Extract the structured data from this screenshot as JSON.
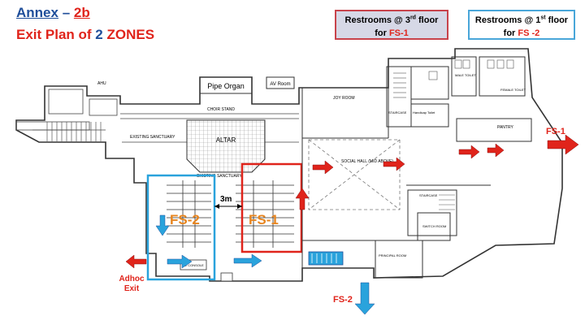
{
  "header": {
    "annex_label": "Annex",
    "annex_dash": " – ",
    "annex_num": "2b",
    "plan_text": "Exit Plan of ",
    "zone_count": "2",
    "zones_label": " ZONES"
  },
  "restrooms": [
    {
      "prefix": "Restrooms @ 3",
      "sup": "rd",
      "suffix": " floor",
      "line2_prefix": "for ",
      "zone": "FS-1"
    },
    {
      "prefix": "Restrooms @ 1",
      "sup": "st",
      "suffix": " floor",
      "line2_prefix": "for ",
      "zone": "FS -2"
    }
  ],
  "zones": {
    "fs1": "FS-1",
    "fs2": "FS-2"
  },
  "exits": {
    "fs1": "FS-1",
    "fs2": "FS-2",
    "adhoc_line1": "Adhoc",
    "adhoc_line2": "Exit"
  },
  "distance": "3m",
  "rooms": {
    "pipe_organ": "Pipe Organ",
    "av_room": "AV Room",
    "ahu": "AHU",
    "choir_stand": "CHOIR STAND",
    "existing_sanctuary_top": "EXISTING SANCTUARY",
    "altar": "ALTAR",
    "existing_sanctuary": "EXISTING SANCTUARY",
    "joy_room": "JOY ROOM",
    "staircase": "STAIRCASE",
    "handicap_toilet": "Handicap Toilet",
    "male_toilet": "MALE TOILET",
    "female_toilet": "FEMALE TOILET",
    "pantry": "PANTRY",
    "social_hall": "SOCIAL HALL (MID ABOVE)",
    "staircase2": "STAIRCASE",
    "switch_room": "SWITCH ROOM",
    "principal_room": "PRINCIPAL ROOM",
    "av_console": "AV CONSOLE"
  },
  "colors": {
    "red": "#e0241b",
    "blue": "#1f4e9a",
    "zone1": "#e0241b",
    "zone2": "#2aa3dc",
    "zone_text": "#e7851f"
  }
}
